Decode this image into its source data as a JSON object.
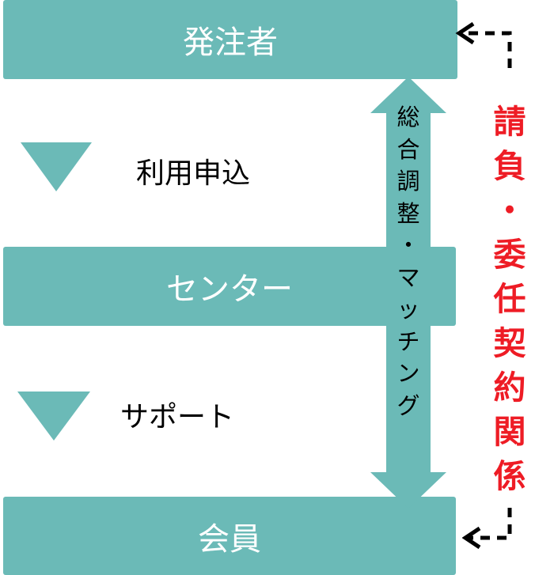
{
  "nodes": {
    "orderer": "発注者",
    "center": "センター",
    "member": "会員"
  },
  "flows": {
    "step1": "利用申込",
    "step2": "サポート"
  },
  "side_labels": {
    "matching": [
      "総",
      "合",
      "調",
      "整",
      "・",
      "マ",
      "ッ",
      "チ",
      "ン",
      "グ"
    ],
    "contract": [
      "請",
      "負",
      "・",
      "委",
      "任",
      "契",
      "約",
      "関",
      "係"
    ]
  },
  "colors": {
    "box": "#6bbab7",
    "box_text": "#ffffff",
    "contract_text": "#ee1c25",
    "arrow": "#000000"
  }
}
